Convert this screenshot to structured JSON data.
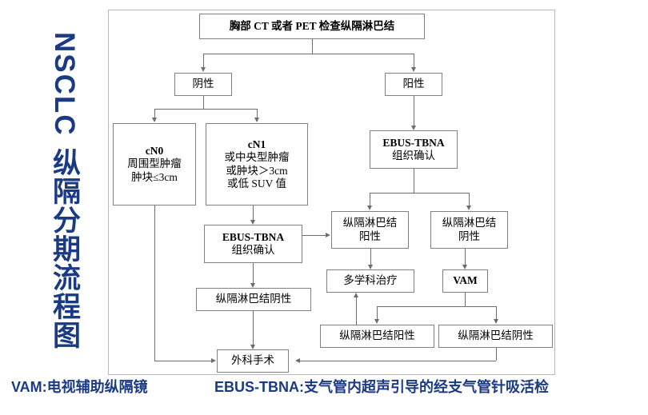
{
  "side_title": {
    "latin": "NSCLC",
    "chinese": "纵隔分期流程图"
  },
  "nodes": {
    "ct_pet": {
      "line1": "胸部 CT 或者 PET 检查纵隔淋巴结"
    },
    "negative": {
      "line1": "阴性"
    },
    "positive": {
      "line1": "阳性"
    },
    "cn0": {
      "line1": "cN0",
      "line2": "周围型肿瘤",
      "line3": "肿块≤3cm"
    },
    "cn1": {
      "line1": "cN1",
      "line2": "或中央型肿瘤",
      "line3": "或肿块＞3cm",
      "line4": "或低 SUV 值"
    },
    "ebus_right": {
      "line1": "EBUS-TBNA",
      "line2": "组织确认"
    },
    "ebus_left": {
      "line1": "EBUS-TBNA",
      "line2": "组织确认"
    },
    "ln_pos_mid": {
      "line1": "纵隔淋巴结",
      "line2": "阳性"
    },
    "ln_neg_mid": {
      "line1": "纵隔淋巴结",
      "line2": "阴性"
    },
    "ln_neg_left": {
      "line1": "纵隔淋巴结阴性"
    },
    "mdt": {
      "line1": "多学科治疗"
    },
    "vam": {
      "line1": "VAM"
    },
    "ln_pos_bottom": {
      "line1": "纵隔淋巴结阳性"
    },
    "ln_neg_bottom": {
      "line1": "纵隔淋巴结阴性"
    },
    "surgery": {
      "line1": "外科手术"
    }
  },
  "footer": {
    "vam_legend": "VAM:电视辅助纵隔镜",
    "ebus_legend": "EBUS-TBNA:支气管内超声引导的经支气管针吸活检"
  },
  "colors": {
    "title_blue": "#1B3A84",
    "box_border": "#808080",
    "connector": "#6d6d6d",
    "frame_border": "#b9b9b9"
  }
}
